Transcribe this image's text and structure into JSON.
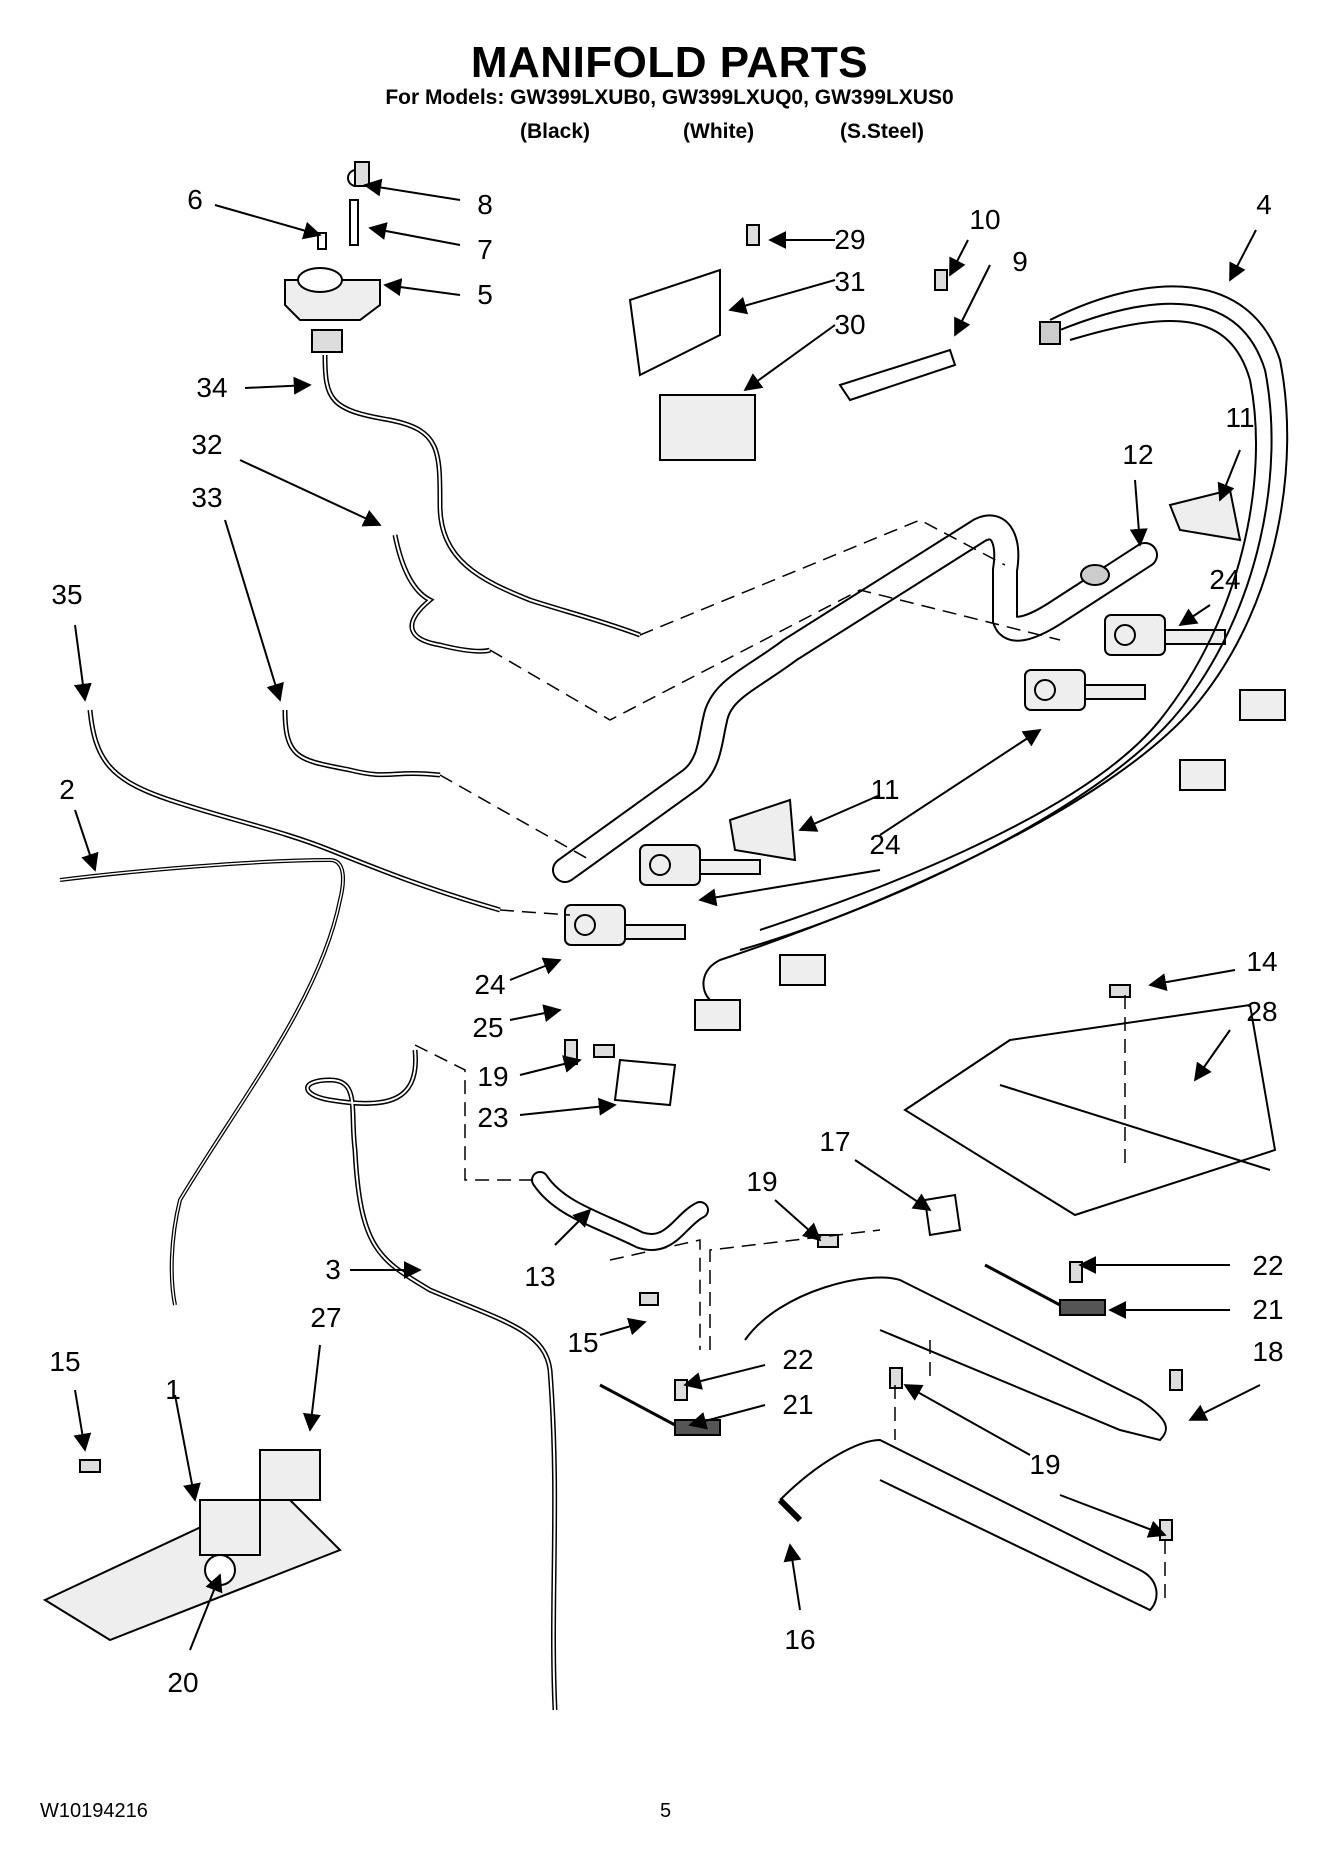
{
  "header": {
    "title": "MANIFOLD PARTS",
    "models_line": "For Models: GW399LXUB0, GW399LXUQ0, GW399LXUS0",
    "variants": [
      "(Black)",
      "(White)",
      "(S.Steel)"
    ]
  },
  "callouts": [
    "6",
    "8",
    "7",
    "5",
    "29",
    "31",
    "30",
    "10",
    "9",
    "4",
    "34",
    "32",
    "33",
    "11",
    "12",
    "24",
    "35",
    "2",
    "11",
    "24",
    "24",
    "25",
    "14",
    "28",
    "19",
    "23",
    "17",
    "19",
    "22",
    "21",
    "13",
    "3",
    "15",
    "22",
    "21",
    "18",
    "15",
    "1",
    "27",
    "19",
    "20",
    "16"
  ],
  "footer": {
    "doc_number": "W10194216",
    "page_number": "5"
  },
  "colors": {
    "ink": "#000000",
    "paper": "#ffffff",
    "part_fill": "#e6e6e6"
  }
}
